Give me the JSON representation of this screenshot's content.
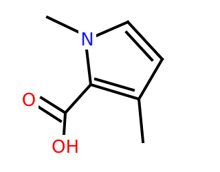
{
  "molecule": {
    "atoms": {
      "n1": "N",
      "o_carbonyl": "O",
      "oh": "OH"
    },
    "colors": {
      "bond": "#000000",
      "nitrogen": "#1a1aff",
      "oxygen": "#ff0000",
      "background": "#ffffff"
    }
  }
}
